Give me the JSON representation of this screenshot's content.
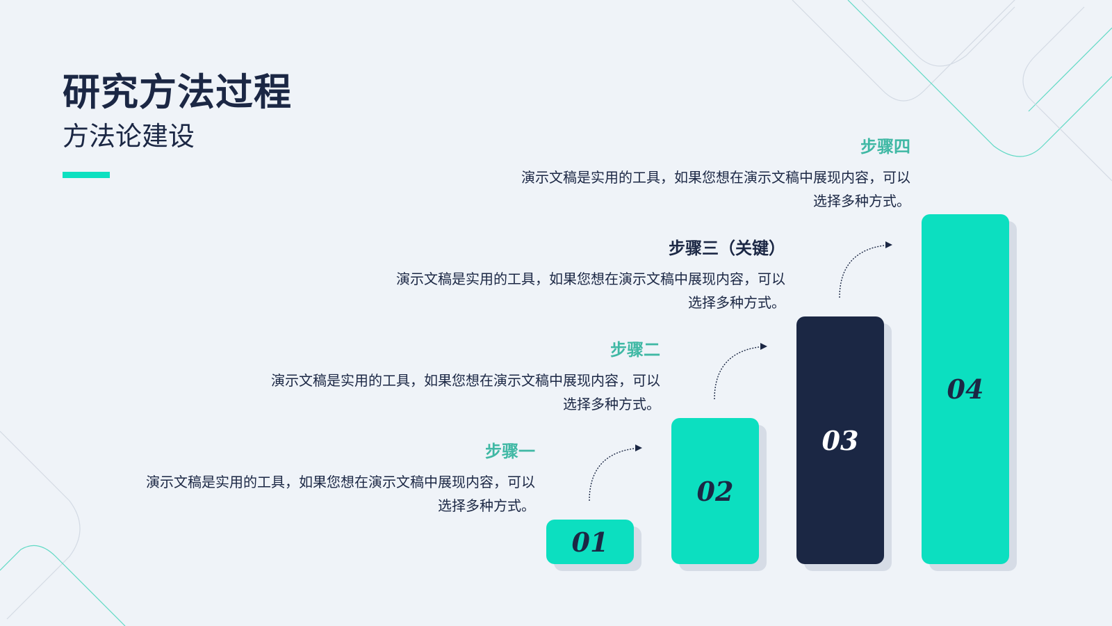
{
  "header": {
    "title": "研究方法过程",
    "subtitle": "方法论建设"
  },
  "steps": [
    {
      "title": "步骤一",
      "desc_line1": "演示文稿是实用的工具，如果您想在演示文稿中展现内容，可以",
      "desc_line2": "选择多种方式。"
    },
    {
      "title": "步骤二",
      "desc_line1": "演示文稿是实用的工具，如果您想在演示文稿中展现内容，可以",
      "desc_line2": "选择多种方式。"
    },
    {
      "title": "步骤三（关键）",
      "desc_line1": "演示文稿是实用的工具，如果您想在演示文稿中展现内容，可以",
      "desc_line2": "选择多种方式。"
    },
    {
      "title": "步骤四",
      "desc_line1": "演示文稿是实用的工具，如果您想在演示文稿中展现内容，可以",
      "desc_line2": "选择多种方式。"
    }
  ],
  "bars": [
    {
      "label": "01",
      "color": "#0cdfc0"
    },
    {
      "label": "02",
      "color": "#0cdfc0"
    },
    {
      "label": "03",
      "color": "#1b2744"
    },
    {
      "label": "04",
      "color": "#0cdfc0"
    }
  ],
  "colors": {
    "accent": "#0cdfc0",
    "navy": "#1b2744",
    "step_title": "#3fb8a4",
    "background": "#eff3f8"
  },
  "icons": [
    "curved-arrow-icon"
  ]
}
